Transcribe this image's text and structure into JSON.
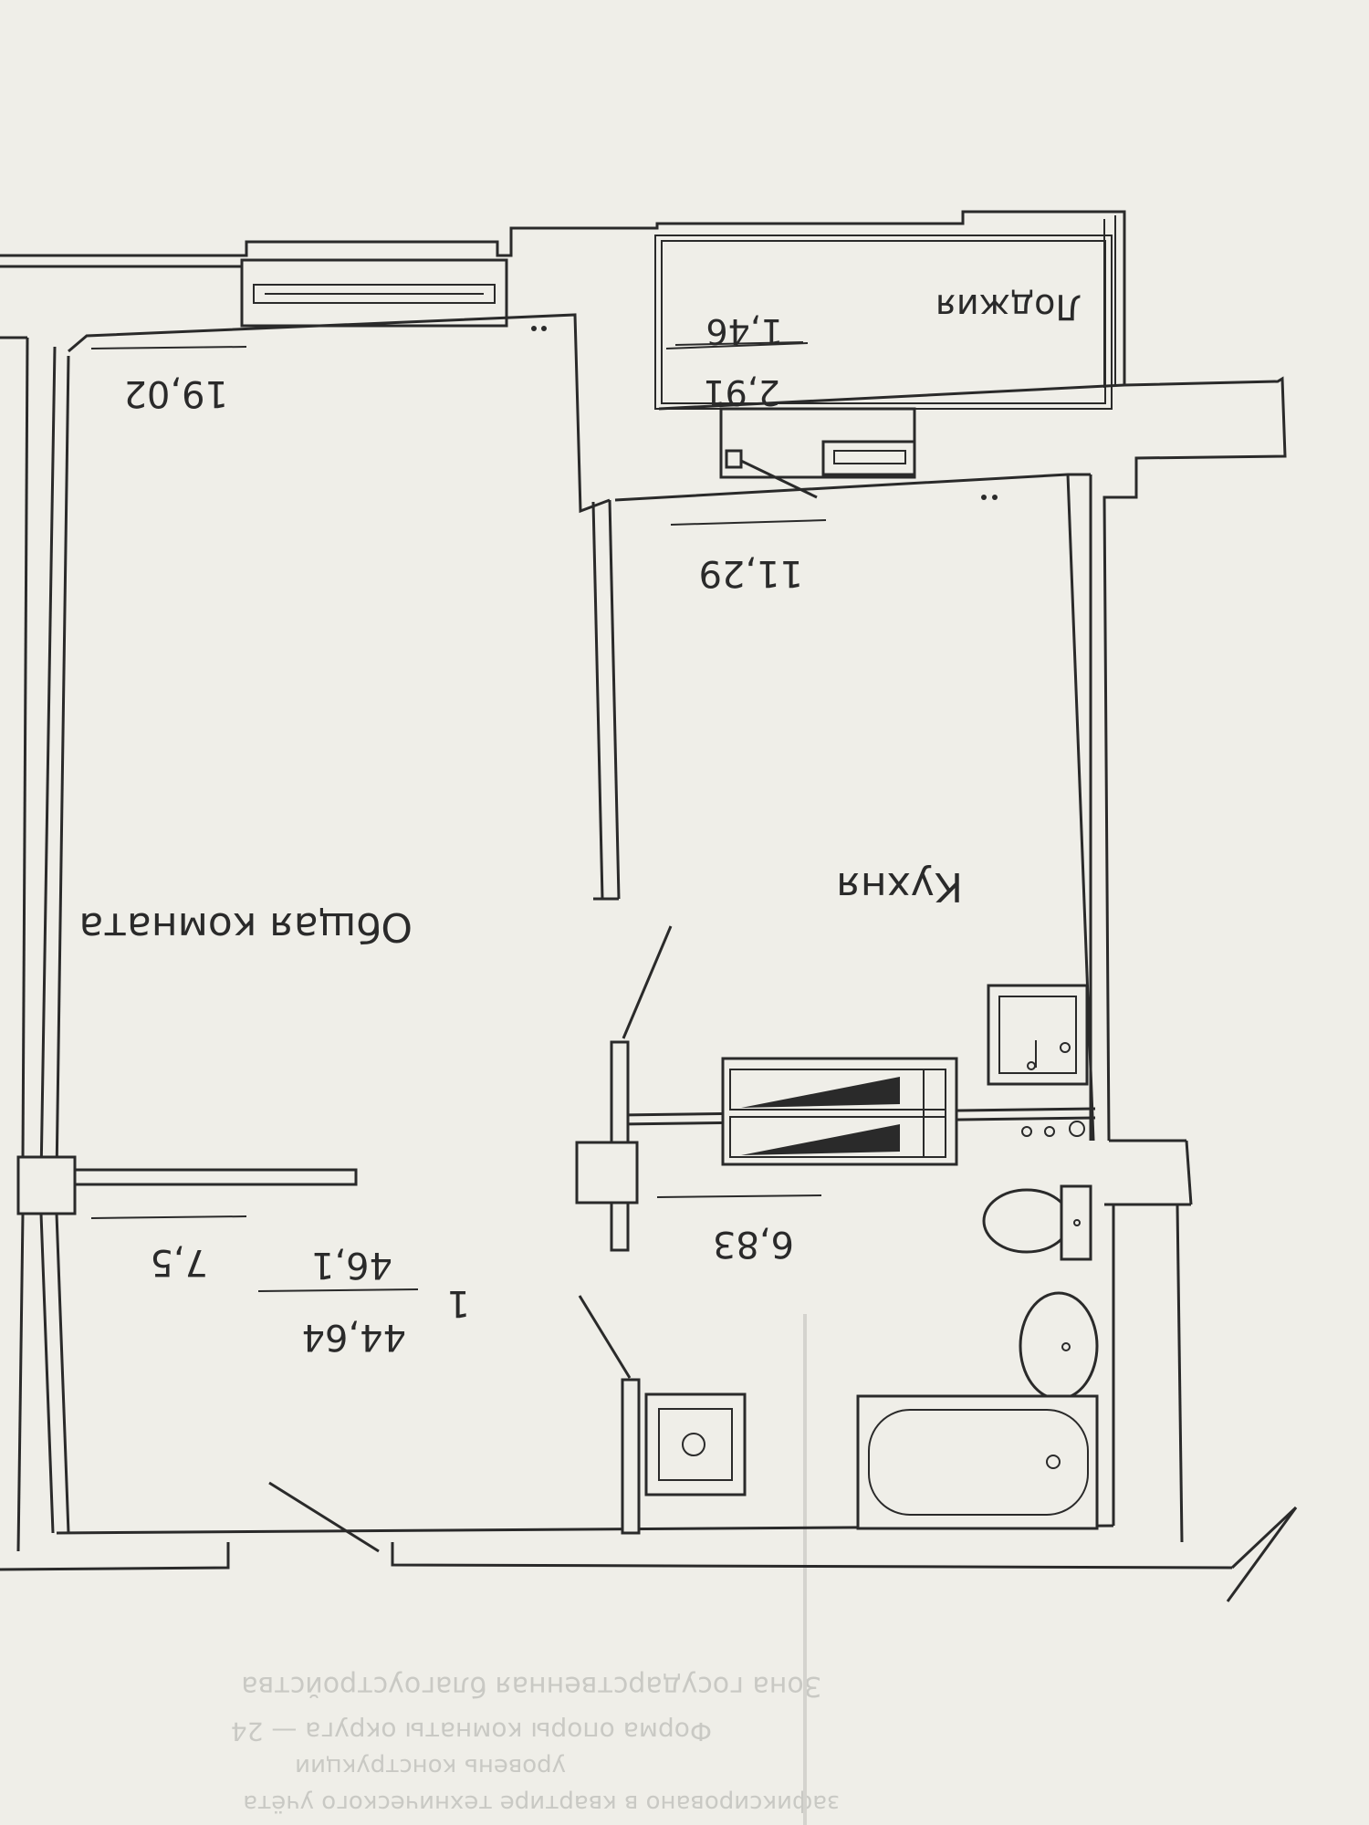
{
  "rooms": {
    "living": {
      "name": "Общая комната",
      "area": "19,02"
    },
    "kitchen": {
      "name": "Кухня",
      "area": "11,29"
    },
    "loggia": {
      "name": "Лоджия",
      "area": "2,91",
      "area_reduced": "1,46"
    },
    "bathroom": {
      "area": "6,83"
    },
    "hall": {
      "area": "7,5"
    }
  },
  "apartment": {
    "number": "1",
    "living_area": "44,64",
    "total_area": "46,1"
  },
  "bleed_text": {
    "line1": "Зона государственная благоустройства",
    "line2": "Форма опоры комнаты округа — 24",
    "line3": "уровень конструкции",
    "line4": "зафиксировано в квартире технического учёта"
  }
}
